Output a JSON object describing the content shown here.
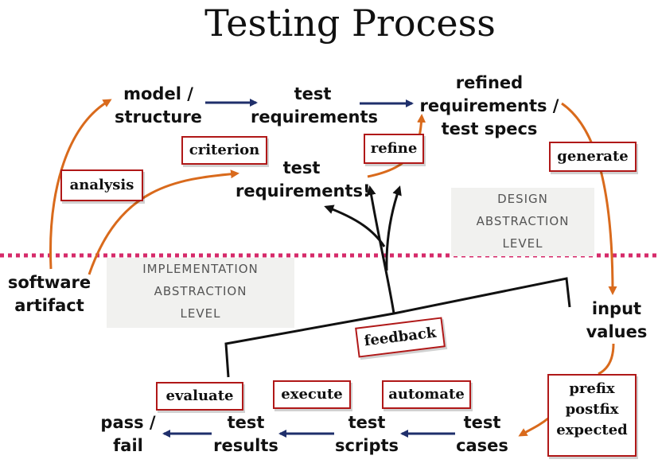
{
  "title": "Testing Process",
  "nodes": {
    "model_structure": [
      "model /",
      "structure"
    ],
    "test_requirements_top": [
      "test",
      "requirements"
    ],
    "refined_requirements": [
      "refined",
      "requirements /",
      "test specs"
    ],
    "test_requirements_mid": [
      "test",
      "requirements!"
    ],
    "software_artifact": [
      "software",
      "artifact"
    ],
    "input_values": [
      "input",
      "values"
    ],
    "test_cases": [
      "test",
      "cases"
    ],
    "test_scripts": [
      "test",
      "scripts"
    ],
    "test_results": [
      "test",
      "results"
    ],
    "pass_fail": [
      "pass /",
      "fail"
    ]
  },
  "labels": {
    "criterion": "criterion",
    "refine": "refine",
    "analysis": "analysis",
    "generate": "generate",
    "feedback": "feedback",
    "evaluate": "evaluate",
    "execute": "execute",
    "automate": "automate",
    "prefix_block": [
      "prefix",
      "postfix",
      "expected"
    ]
  },
  "levels": {
    "design": [
      "DESIGN",
      "ABSTRACTION",
      "LEVEL"
    ],
    "implementation": [
      "IMPLEMENTATION",
      "ABSTRACTION",
      "LEVEL"
    ]
  },
  "colors": {
    "navy_arrow": "#1f2f6b",
    "orange_arrow": "#d96a1c",
    "divider": "#d62a6a",
    "label_border": "#b01818"
  }
}
